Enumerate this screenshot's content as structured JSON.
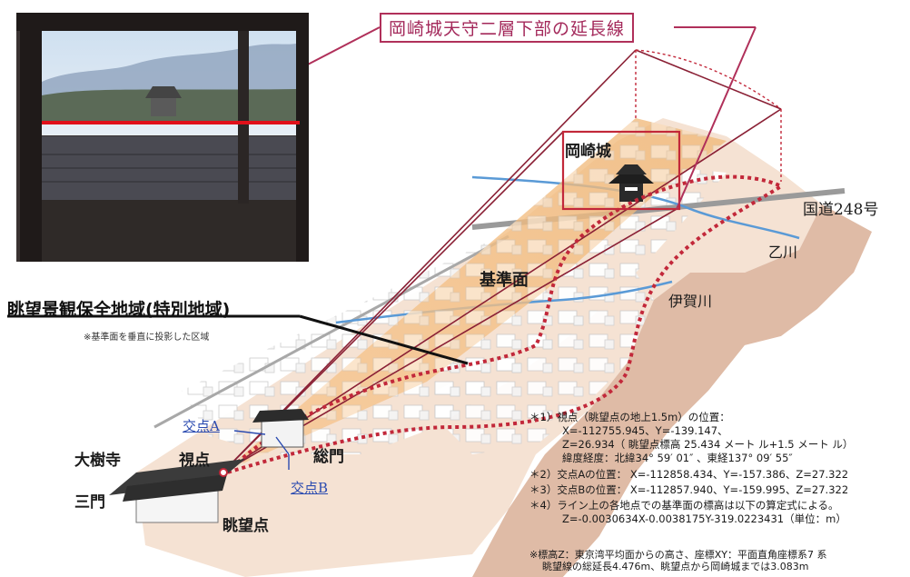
{
  "title": "岡崎城天守二層下部の延長線",
  "area_label": "眺望景観保全地域(特別地域)",
  "area_note": "※基準面を垂直に投影した区域",
  "labels": {
    "okazaki_castle": "岡崎城",
    "route248": "国道248号",
    "otogawa": "乙川",
    "igagawa": "伊賀川",
    "reference_plane": "基準面",
    "daijuji": "大樹寺",
    "sanmon": "三門",
    "viewpoint": "視点",
    "somon": "総門",
    "view_point": "眺望点",
    "point_a": "交点A",
    "point_b": "交点B"
  },
  "notes": {
    "n1_head": "＊1）視点（眺望点の地上1.5m）の位置：",
    "n1_xy": "X=-112755.945、Y=-139.147、",
    "n1_z": "Z=26.934（ 眺望点標高 25.434 メート ル+1.5 メート ル）",
    "n1_latlon": "緯度経度：北緯34° 59′ 01″ 、東経137° 09′ 55″",
    "n2": "＊2）交点Aの位置： X=-112858.434、Y=-157.386、Z=27.322",
    "n3": "＊3）交点Bの位置： X=-112857.940、Y=-159.995、Z=27.322",
    "n4": "＊4）ライン上の各地点での基準面の標高は以下の算定式による。",
    "n4_formula": "Z=-0.0030634X-0.0038175Y-319.0223431（単位：m）"
  },
  "footnote": {
    "line1": "※標高Z：東京湾平均面からの高さ、座標XY：平面直角座標系7 系",
    "line2": "眺望線の総延長4.476m、眺望点から岡崎城までは3.083m"
  },
  "colors": {
    "accent": "#b0305a",
    "dotted_line": "#c2283a",
    "plane": "#f4c48a",
    "river": "#5a9ad6",
    "ground": "#f3dfcf"
  }
}
